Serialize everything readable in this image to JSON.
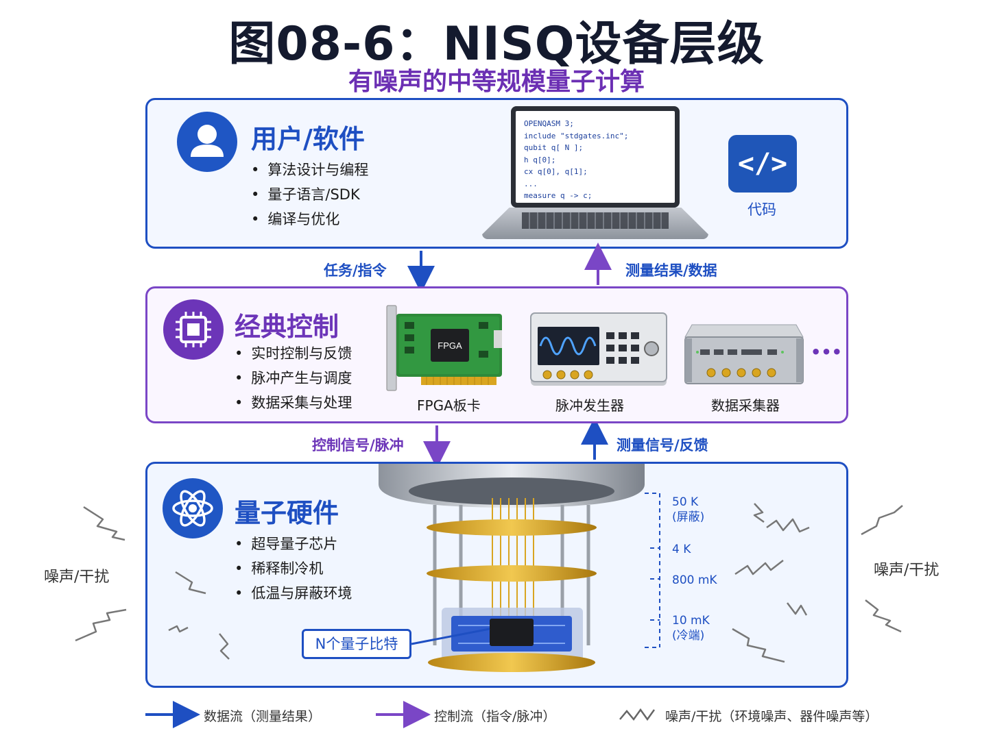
{
  "header": {
    "title": "图08-6：NISQ设备层级",
    "subtitle": "有噪声的中等规模量子计算"
  },
  "user_layer": {
    "title": "用户/软件",
    "bullets": [
      "算法设计与编程",
      "量子语言/SDK",
      "编译与优化"
    ],
    "code_lines": [
      "OPENQASM 3;",
      "include \"stdgates.inc\";",
      "qubit q[ N ];",
      "h q[0];",
      "cx q[0], q[1];",
      "...",
      "measure q -> c;"
    ],
    "code_badge": "</>",
    "code_label": "代码",
    "icon": "user-icon"
  },
  "flows_top": {
    "down_label": "任务/指令",
    "up_label": "测量结果/数据"
  },
  "control_layer": {
    "title": "经典控制",
    "bullets": [
      "实时控制与反馈",
      "脉冲产生与调度",
      "数据采集与处理"
    ],
    "chip_text": "FPGA",
    "devices": [
      "FPGA板卡",
      "脉冲发生器",
      "数据采集器"
    ],
    "more": "•••",
    "icon": "chip-icon"
  },
  "flows_bottom": {
    "down_label": "控制信号/脉冲",
    "up_label": "测量信号/反馈"
  },
  "hardware_layer": {
    "title": "量子硬件",
    "bullets": [
      "超导量子芯片",
      "稀释制冷机",
      "低温与屏蔽环境"
    ],
    "qubit_label": "N个量子比特",
    "temps": [
      {
        "value": "50 K",
        "note": "(屏蔽)"
      },
      {
        "value": "4 K",
        "note": ""
      },
      {
        "value": "800 mK",
        "note": ""
      },
      {
        "value": "10 mK",
        "note": "(冷端)"
      }
    ],
    "icon": "atom-icon"
  },
  "noise": {
    "left_label": "噪声/干扰",
    "right_label": "噪声/干扰"
  },
  "legend": {
    "data_flow": "数据流（测量结果）",
    "control_flow": "控制流（指令/脉冲）",
    "noise": "噪声/干扰（环境噪声、器件噪声等）"
  },
  "colors": {
    "blue": "#1e4fc2",
    "purple": "#7a46c6",
    "title_dark": "#141a2e",
    "gold": "#d9a520"
  }
}
